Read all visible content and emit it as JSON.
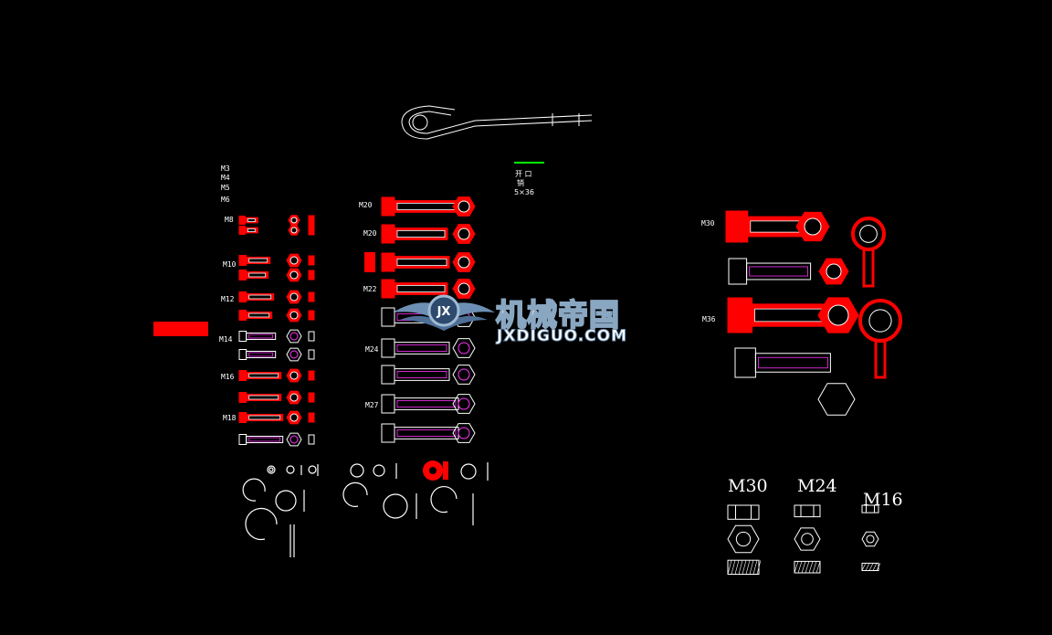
{
  "colors": {
    "background": "#000000",
    "red": "#ff0000",
    "line": "#ffffff",
    "magenta": "#ff33ff",
    "green": "#00ff00"
  },
  "left_labels": [
    "M3",
    "M4",
    "M5",
    "M6",
    "M8",
    "M10",
    "M12",
    "M14",
    "M16",
    "M18"
  ],
  "mid_labels": [
    "M20",
    "M20",
    "M22",
    "M24",
    "M27"
  ],
  "pin_note": {
    "line1": "开 口",
    "line2": "销",
    "line3": "5×36"
  },
  "right_labels": [
    "M30",
    "M36"
  ],
  "bottom_right_titles": [
    "M30",
    "M24",
    "M16"
  ],
  "watermark": {
    "cn": "机械帝国",
    "en": "JXDIGUO.COM",
    "logo_letters": "JX"
  }
}
